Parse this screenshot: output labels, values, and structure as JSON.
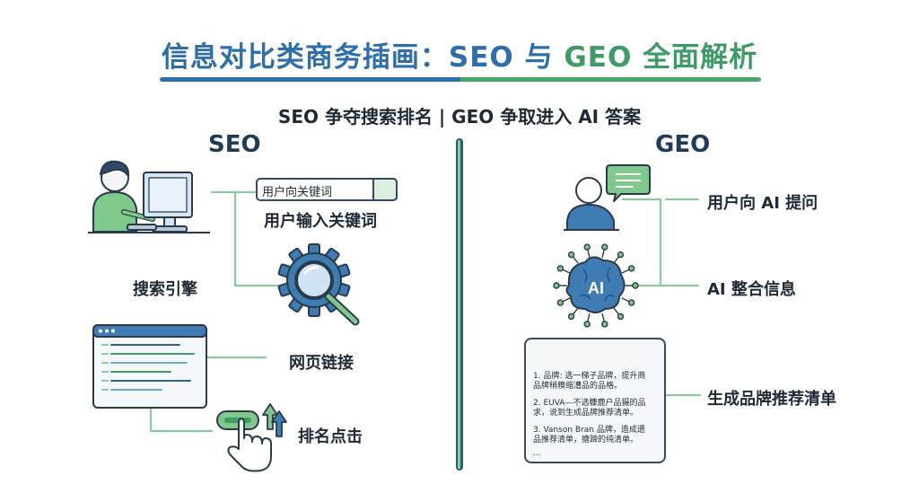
{
  "header": {
    "title_main": "信息对比类商务插画：",
    "title_seo": "SEO",
    "title_mid": " 与 ",
    "title_geo": "GEO 全面解析",
    "subtitle": "SEO 争夺搜索排名 | GEO 争取进入 AI 答案"
  },
  "seo": {
    "heading": "SEO",
    "search_placeholder": "用户向关键词",
    "steps": [
      "用户输入关键词",
      "搜索引擎",
      "网页链接",
      "排名点击"
    ]
  },
  "geo": {
    "heading": "GEO",
    "ai_badge": "AI",
    "steps": [
      "用户向 AI 提问",
      "AI 整合信息",
      "生成品牌推荐清单"
    ],
    "answer_items": [
      "1. 品牌: 选一梯子品牌，提升商品牌稍糗缩漕品的品格。",
      "2. EUVA—不选糠鹿户品摄的品求，说到生成品牌推荐清单。",
      "3. Vanson Bran 品牌，造成遗品推荐清单，搪蹄的纯清单。",
      "..."
    ]
  },
  "colors": {
    "seo_blue": "#2f6fa8",
    "geo_green": "#3e9a66",
    "connector_green": "#8cc9a0",
    "divider": "#2c5f6e",
    "dark": "#1f2a36"
  }
}
